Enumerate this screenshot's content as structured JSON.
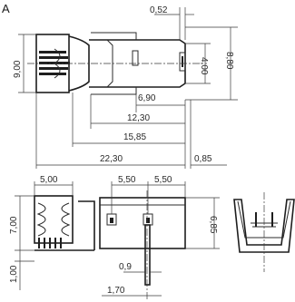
{
  "panel_label": "A",
  "dimensions": {
    "d052": "0,52",
    "d400": "4,00",
    "d880": "8,80",
    "d900": "9,00",
    "d690": "6,90",
    "d1230": "12,30",
    "d1585": "15,85",
    "d2230": "22,30",
    "d085": "0,85",
    "d500": "5,00",
    "d550a": "5,50",
    "d550b": "5,50",
    "d700": "7,00",
    "d685": "6,85",
    "d100": "1,00",
    "d09": "0,9",
    "d170": "1,70"
  }
}
